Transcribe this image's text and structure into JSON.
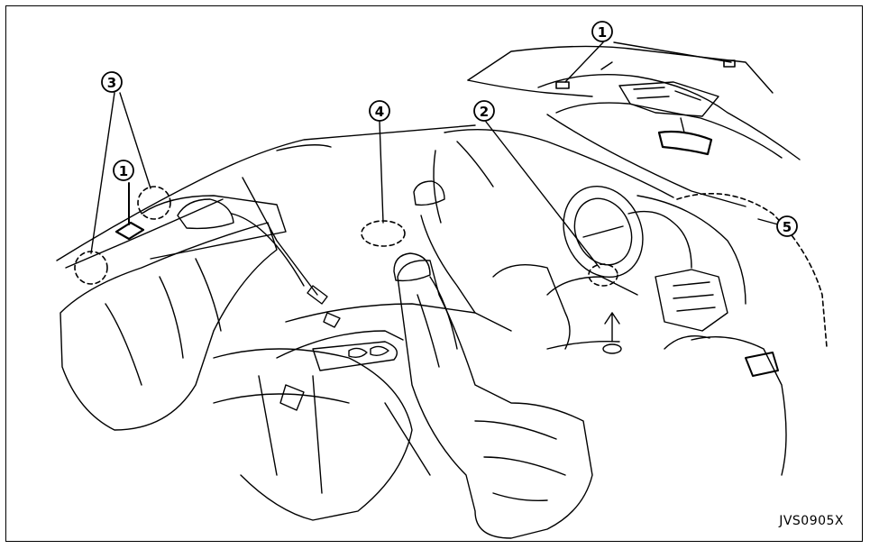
{
  "callouts": {
    "c1_roof": "1",
    "c1_rear_shelf": "1",
    "c2": "2",
    "c3": "3",
    "c4": "4",
    "c5": "5"
  },
  "figure_code": "JVS0905X",
  "colors": {
    "line": "#000000",
    "background": "#ffffff"
  }
}
